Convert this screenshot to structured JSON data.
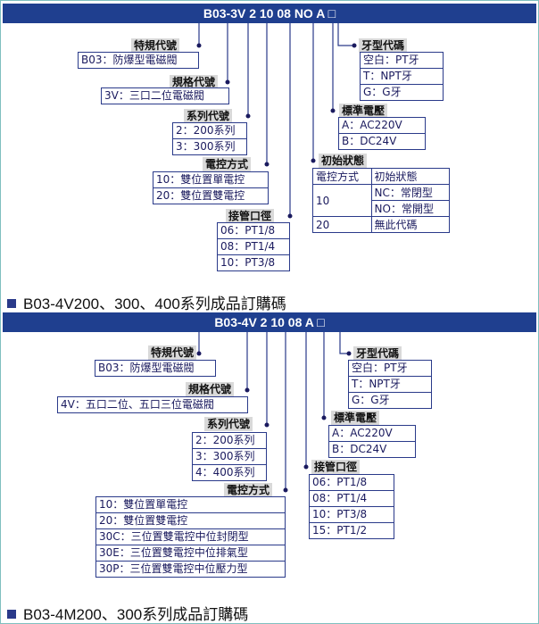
{
  "section1": {
    "code": "B03-3V 2 10 08 NO A □",
    "special": {
      "label": "特規代號",
      "rows": [
        "B03：防爆型電磁閥"
      ]
    },
    "spec": {
      "label": "規格代號",
      "rows": [
        "3V：三口二位電磁閥"
      ]
    },
    "series": {
      "label": "系列代號",
      "rows": [
        "2：200系列",
        "3：300系列"
      ]
    },
    "control": {
      "label": "電控方式",
      "rows": [
        "10：雙位置單電控",
        "20：雙位置雙電控"
      ]
    },
    "port": {
      "label": "接管口徑",
      "rows": [
        "06：PT1/8",
        "08：PT1/4",
        "10：PT3/8"
      ]
    },
    "thread": {
      "label": "牙型代碼",
      "rows": [
        "空白：PT牙",
        "T：NPT牙",
        "G：G牙"
      ]
    },
    "voltage": {
      "label": "標準電壓",
      "rows": [
        "A：AC220V",
        "B：DC24V"
      ]
    },
    "initial": {
      "label": "初始狀態",
      "header": [
        "電控方式",
        "初始狀態"
      ],
      "r10": "10",
      "nc": "NC：常閉型",
      "no": "NO：常開型",
      "r20": "20",
      "none": "無此代碼"
    }
  },
  "heading1": "B03-4V200、300、400系列成品訂購碼",
  "section2": {
    "code": "B03-4V 2 10 08 A □",
    "special": {
      "label": "特規代號",
      "rows": [
        "B03：防爆型電磁閥"
      ]
    },
    "spec": {
      "label": "規格代號",
      "rows": [
        "4V：五口二位、五口三位電磁閥"
      ]
    },
    "series": {
      "label": "系列代號",
      "rows": [
        "2：200系列",
        "3：300系列",
        "4：400系列"
      ]
    },
    "control": {
      "label": "電控方式",
      "rows": [
        "10：雙位置單電控",
        "20：雙位置雙電控",
        "30C：三位置雙電控中位封閉型",
        "30E：三位置雙電控中位排氣型",
        "30P：三位置雙電控中位壓力型"
      ]
    },
    "port": {
      "label": "接管口徑",
      "rows": [
        "06：PT1/8",
        "08：PT1/4",
        "10：PT3/8",
        "15：PT1/2"
      ]
    },
    "thread": {
      "label": "牙型代碼",
      "rows": [
        "空白：PT牙",
        "T：NPT牙",
        "G：G牙"
      ]
    },
    "voltage": {
      "label": "標準電壓",
      "rows": [
        "A：AC220V",
        "B：DC24V"
      ]
    }
  },
  "heading2": "B03-4M200、300系列成品訂購碼",
  "colors": {
    "bar": "#1f3f8f",
    "line": "#2a3a8a",
    "label_bg": "#d9d9d9",
    "frame": "#7fbfbf"
  }
}
